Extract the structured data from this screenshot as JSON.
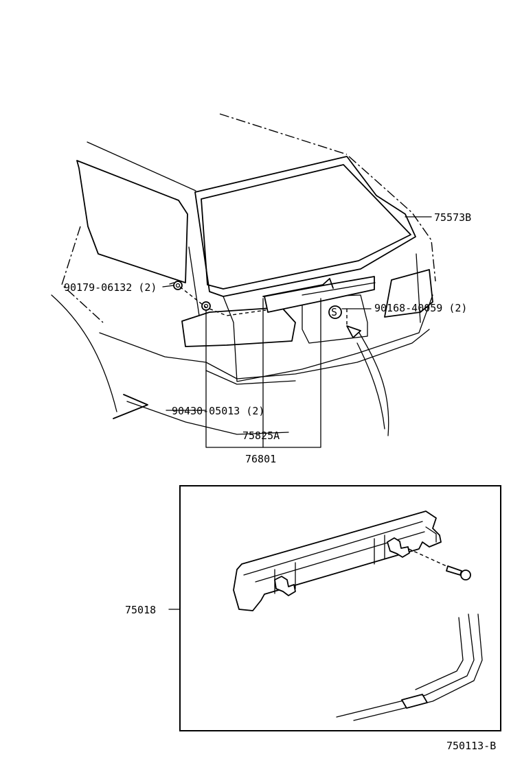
{
  "callouts": {
    "hatch_weatherstrip": "75573B",
    "clip_left": "90179-06132 (2)",
    "clip_right": "90168-40059 (2)",
    "nut_lower": "90430-05013 (2)",
    "garnish": "75825A",
    "stop_lamp": "76801",
    "spoiler_assy": "75018",
    "screw_symbol": "S"
  },
  "figure_id": "750113-B",
  "icons": {
    "clip": "clip-icon",
    "nut": "nut-icon",
    "screw": "screw-icon"
  }
}
